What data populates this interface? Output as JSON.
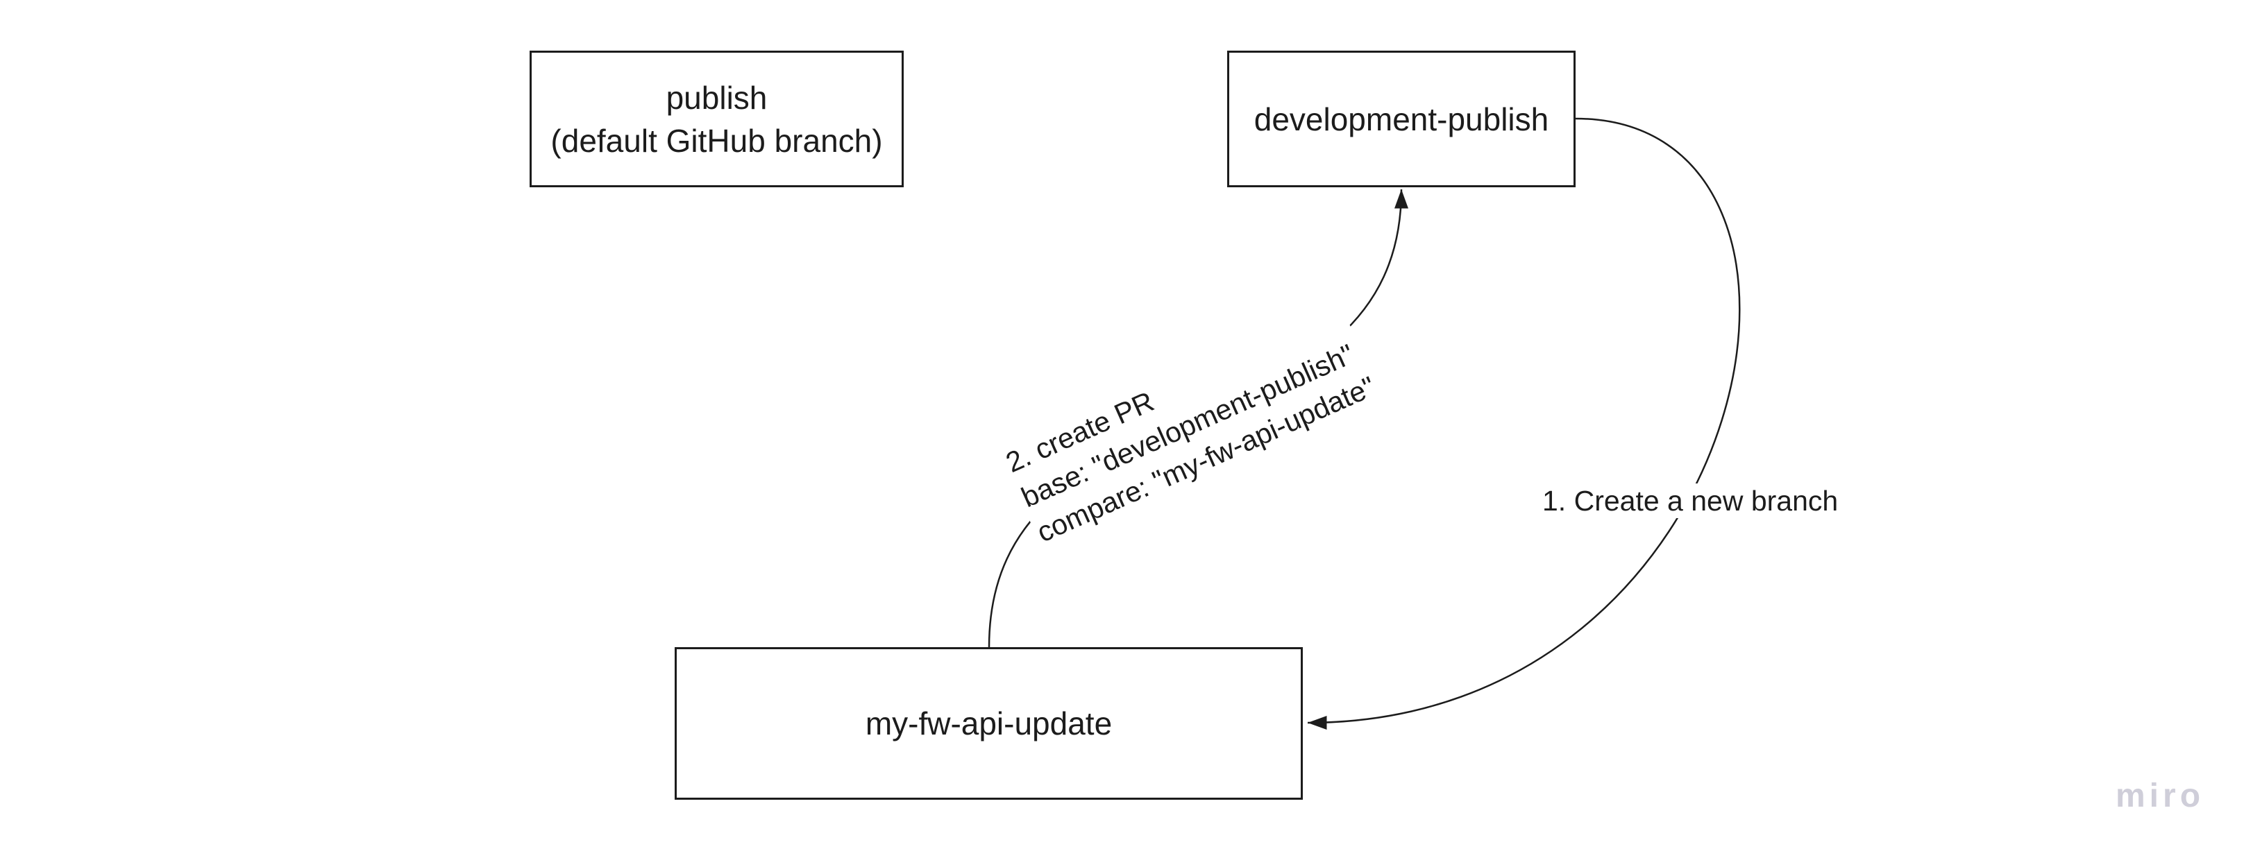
{
  "board": {
    "background_color": "#ffffff",
    "stroke_color": "#1c1c1c"
  },
  "shapes": {
    "publish": {
      "line1": "publish",
      "line2": "(default GitHub branch)"
    },
    "development_publish": {
      "label": "development-publish"
    },
    "my_fw_api_update": {
      "label": "my-fw-api-update"
    }
  },
  "connectors": {
    "create_branch": {
      "label": "1. Create a new branch",
      "from": "development-publish",
      "to": "my-fw-api-update"
    },
    "create_pr": {
      "line1": "2. create PR",
      "line2": "base: \"development-publish\"",
      "line3": "compare: \"my-fw-api-update\"",
      "from": "my-fw-api-update",
      "to": "development-publish"
    }
  },
  "watermark": {
    "text": "miro",
    "color": "#cfced9"
  }
}
